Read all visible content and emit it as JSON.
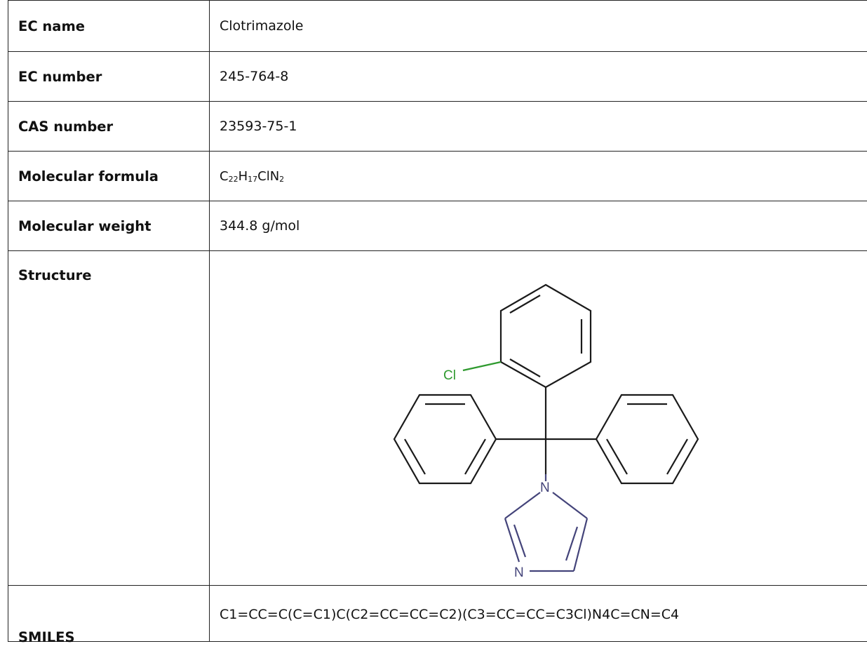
{
  "rows": {
    "ec_name": {
      "label": "EC name",
      "value": "Clotrimazole"
    },
    "ec_number": {
      "label": "EC number",
      "value": "245-764-8"
    },
    "cas_number": {
      "label": "CAS number",
      "value": "23593-75-1"
    },
    "molecular_formula": {
      "label": "Molecular formula",
      "parts": [
        "C",
        "22",
        "H",
        "17",
        "ClN",
        "2"
      ]
    },
    "molecular_weight": {
      "label": "Molecular weight",
      "value": "344.8 g/mol"
    },
    "structure": {
      "label": "Structure",
      "atom_labels": {
        "chlorine": "Cl",
        "nitrogen_top": "N",
        "nitrogen_bottom": "N"
      },
      "colors": {
        "bond": "#1a1a1a",
        "chlorine": "#2f9a2f",
        "nitrogen": "#44447a"
      }
    },
    "smiles": {
      "label": "SMILES",
      "value": "C1=CC=C(C=C1)C(C2=CC=CC=C2)(C3=CC=CC=C3Cl)N4C=CN=C4"
    }
  }
}
